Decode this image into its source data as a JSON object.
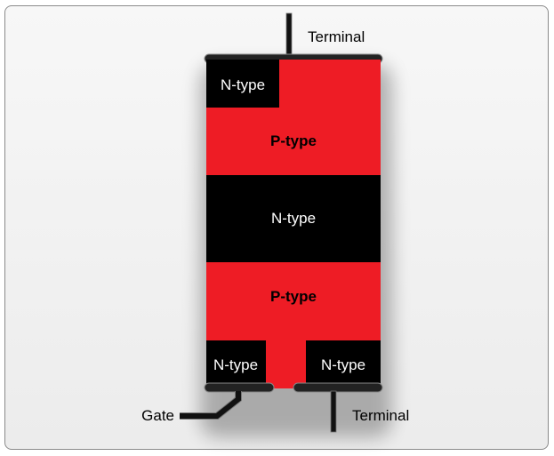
{
  "diagram": {
    "layers": {
      "top_left_n": "N-type",
      "top_p": "P-type",
      "middle_n": "N-type",
      "bottom_p": "P-type",
      "bottom_left_n": "N-type",
      "bottom_right_n": "N-type"
    },
    "labels": {
      "terminal_top": "Terminal",
      "terminal_bottom": "Terminal",
      "gate": "Gate"
    },
    "colors": {
      "p_type": "#ee1c25",
      "n_type": "#000000",
      "background": "#f2f2f2",
      "outline": "#8a8a8a"
    }
  }
}
